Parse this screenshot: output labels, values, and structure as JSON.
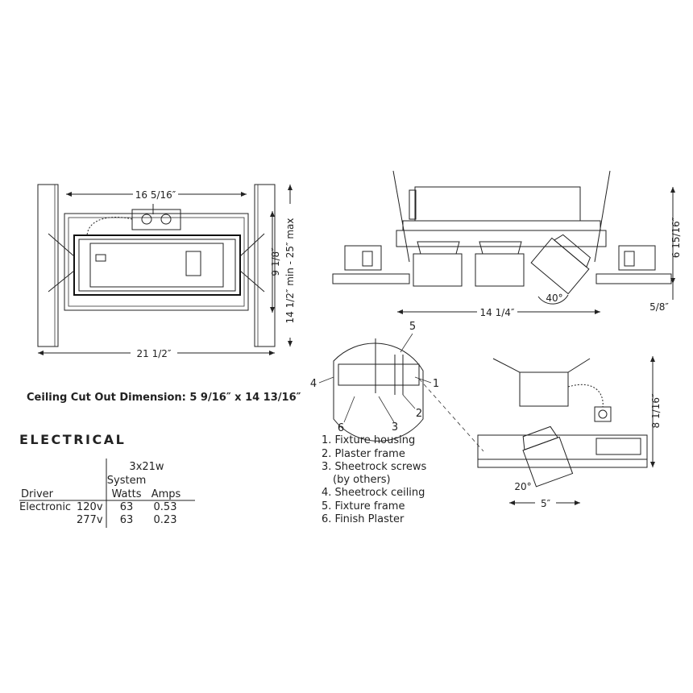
{
  "dimensions": {
    "top_width": "16 5/16″",
    "frame_depth": "9 1/8″",
    "joist_range": "14 1/2″ min - 25″ max",
    "overall_width": "21 1/2″",
    "side_height": "6 15/16″",
    "side_width": "14 1/4″",
    "angle_40": "40°",
    "flange": "5/8″",
    "end_height": "8 1/16″",
    "angle_20": "20°",
    "end_width": "5″"
  },
  "cutout": "Ceiling Cut Out Dimension: 5 9/16″ x 14 13/16″",
  "callouts": [
    "1",
    "2",
    "3",
    "4",
    "5",
    "6"
  ],
  "legend": [
    "1. Fixture housing",
    "2. Plaster frame",
    "3. Sheetrock screws",
    "(by others)",
    "4. Sheetrock ceiling",
    "5. Fixture frame",
    "6. Finish Plaster"
  ],
  "electrical": {
    "heading": "ELECTRICAL",
    "config": "3x21w",
    "system": "System",
    "col_driver": "Driver",
    "col_watts": "Watts",
    "col_amps": "Amps",
    "rows": [
      {
        "driver": "Electronic",
        "volt": "120v",
        "watts": "63",
        "amps": "0.53"
      },
      {
        "driver": "",
        "volt": "277v",
        "watts": "63",
        "amps": "0.23"
      }
    ]
  }
}
